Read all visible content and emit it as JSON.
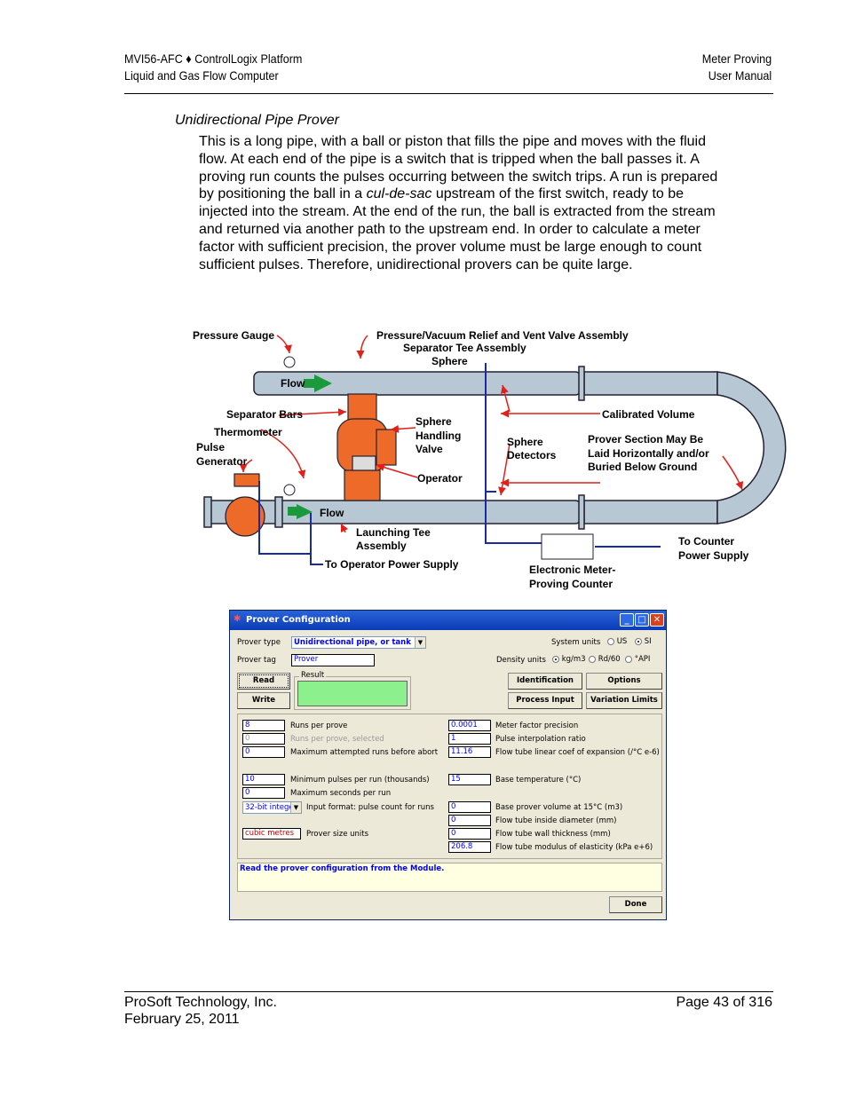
{
  "header": {
    "left_line1": "MVI56-AFC ♦ ControlLogix Platform",
    "left_line2": "Liquid and Gas Flow Computer",
    "right_line1": "Meter Proving",
    "right_line2": "User Manual"
  },
  "section": {
    "title": "Unidirectional Pipe Prover",
    "para_before": "This is a long pipe, with a ball or piston that fills the pipe and moves with the fluid flow. At each end of the pipe is a switch that is tripped when the ball passes it. A proving run counts the pulses occurring between the switch trips. A run is prepared by positioning the ball in a ",
    "para_italic": "cul-de-sac",
    "para_after": " upstream of the first switch, ready to be injected into the stream. At the end of the run, the ball is extracted from the stream and returned via another path to the upstream end. In order to calculate a meter factor with sufficient precision, the prover volume must be large enough to count sufficient pulses. Therefore, unidirectional provers can be quite large."
  },
  "diagram": {
    "pressure_gauge": "Pressure Gauge",
    "relief_valve": "Pressure/Vacuum Relief and Vent Valve Assembly",
    "separator_tee": "Separator Tee Assembly",
    "sphere": "Sphere",
    "flow_top": "Flow",
    "separator_bars": "Separator Bars",
    "thermometer": "Thermometer",
    "pulse_generator_1": "Pulse",
    "pulse_generator_2": "Generator",
    "sphere_handling_1": "Sphere",
    "sphere_handling_2": "Handling",
    "sphere_handling_3": "Valve",
    "operator": "Operator",
    "sphere_detectors_1": "Sphere",
    "sphere_detectors_2": "Detectors",
    "calibrated_volume": "Calibrated Volume",
    "prover_section_1": "Prover Section May Be",
    "prover_section_2": "Laid Horizontally and/or",
    "prover_section_3": "Buried Below Ground",
    "flow_bottom": "Flow",
    "launching_tee_1": "Launching Tee",
    "launching_tee_2": "Assembly",
    "operator_power": "To Operator Power Supply",
    "counter_power_1": "To Counter",
    "counter_power_2": "Power Supply",
    "meter_counter_1": "Electronic Meter-",
    "meter_counter_2": "Proving Counter"
  },
  "dialog": {
    "title": "Prover Configuration",
    "prover_type_label": "Prover type",
    "prover_type_value": "Unidirectional pipe, or tank",
    "prover_tag_label": "Prover tag",
    "prover_tag_value": "Prover",
    "system_units_label": "System units",
    "us_label": "US",
    "si_label": "SI",
    "density_units_label": "Density units",
    "kgm3_label": "kg/m3",
    "rd60_label": "Rd/60",
    "api_label": "°API",
    "read_button": "Read",
    "write_button": "Write",
    "result_label": "Result",
    "identification_button": "Identification",
    "options_button": "Options",
    "process_input_button": "Process Input",
    "variation_limits_button": "Variation Limits",
    "left_fields": [
      {
        "value": "8",
        "label": "Runs per prove",
        "style": "normal"
      },
      {
        "value": "0",
        "label": "Runs per prove, selected",
        "style": "grey"
      },
      {
        "value": "0",
        "label": "Maximum attempted runs before abort",
        "style": "normal"
      },
      {
        "value": "10",
        "label": "Minimum pulses per run (thousands)",
        "style": "normal"
      },
      {
        "value": "0",
        "label": "Maximum seconds per run",
        "style": "normal"
      }
    ],
    "input_format_value": "32-bit integer",
    "input_format_label": "Input format: pulse count for runs",
    "size_units_value": "cubic metres",
    "size_units_label": "Prover size units",
    "right_fields": [
      {
        "value": "0.0001",
        "label": "Meter factor precision"
      },
      {
        "value": "1",
        "label": "Pulse interpolation ratio"
      },
      {
        "value": "11.16",
        "label": "Flow tube linear coef of expansion (/°C e-6)"
      },
      {
        "value": "15",
        "label": "Base temperature (°C)"
      },
      {
        "value": "0",
        "label": "Base prover volume at 15°C (m3)"
      },
      {
        "value": "0",
        "label": "Flow tube inside diameter (mm)"
      },
      {
        "value": "0",
        "label": "Flow tube wall thickness (mm)"
      },
      {
        "value": "206.8",
        "label": "Flow tube modulus of elasticity (kPa e+6)"
      }
    ],
    "status_message": "Read the prover configuration from the Module.",
    "done_button": "Done"
  },
  "footer": {
    "company": "ProSoft Technology, Inc.",
    "date": "February 25, 2011",
    "page": "Page 43 of 316"
  }
}
